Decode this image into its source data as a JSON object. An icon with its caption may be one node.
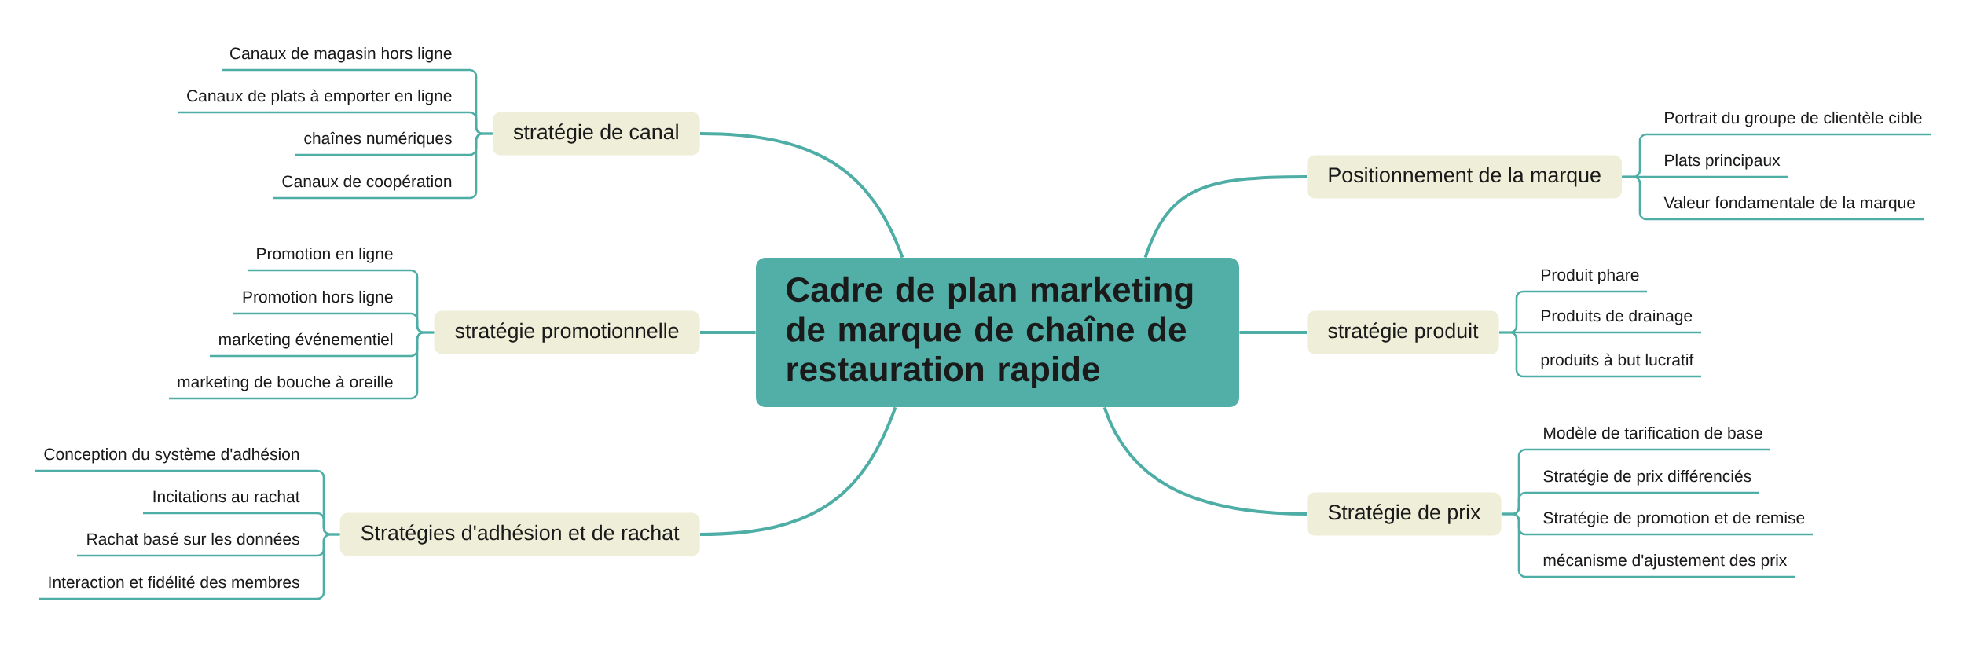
{
  "diagram": {
    "nodes": [
      {
        "text": [
          "Cadre de plan marketing de marque de chaîne de restauration rapide"
        ]
      },
      {
        "text": [
          "stratégie de canal"
        ]
      },
      {
        "text": [
          "Canaux de magasin hors ligne"
        ]
      },
      {
        "text": [
          "Canaux de plats à emporter en ligne"
        ]
      },
      {
        "text": [
          "chaînes numériques"
        ]
      },
      {
        "text": [
          "Canaux de coopération"
        ]
      },
      {
        "text": [
          "stratégie promotionnelle"
        ]
      },
      {
        "text": [
          "Promotion en ligne"
        ]
      },
      {
        "text": [
          "Promotion hors ligne"
        ]
      },
      {
        "text": [
          "marketing événementiel"
        ]
      },
      {
        "text": [
          "marketing de bouche à oreille"
        ]
      },
      {
        "text": [
          "Stratégies d'adhésion et de rachat"
        ]
      },
      {
        "text": [
          "Conception du système d'adhésion"
        ]
      },
      {
        "text": [
          "Incitations au rachat"
        ]
      },
      {
        "text": [
          "Rachat basé sur les données"
        ]
      },
      {
        "text": [
          "Interaction et fidélité des membres"
        ]
      },
      {
        "text": [
          "Positionnement de la marque"
        ]
      },
      {
        "text": [
          "Portrait du groupe de clientèle cible"
        ]
      },
      {
        "text": [
          "Plats principaux"
        ]
      },
      {
        "text": [
          "Valeur fondamentale de la marque"
        ]
      },
      {
        "text": [
          "stratégie produit"
        ]
      },
      {
        "text": [
          "Produit phare"
        ]
      },
      {
        "text": [
          "Produits de drainage"
        ]
      },
      {
        "text": [
          "produits à but lucratif"
        ]
      },
      {
        "text": [
          "Stratégie de prix"
        ]
      },
      {
        "text": [
          "Modèle de tarification de base"
        ]
      },
      {
        "text": [
          "Stratégie de prix différenciés"
        ]
      },
      {
        "text": [
          "Stratégie de promotion et de remise"
        ]
      },
      {
        "text": [
          "mécanisme d'ajustement des prix"
        ]
      }
    ],
    "edges": [
      {
        "from": 0,
        "to": 1,
        "arrow": "none"
      },
      {
        "from": 1,
        "to": 2,
        "arrow": "none"
      },
      {
        "from": 1,
        "to": 3,
        "arrow": "none"
      },
      {
        "from": 1,
        "to": 4,
        "arrow": "none"
      },
      {
        "from": 1,
        "to": 5,
        "arrow": "none"
      },
      {
        "from": 0,
        "to": 6,
        "arrow": "none"
      },
      {
        "from": 6,
        "to": 7,
        "arrow": "none"
      },
      {
        "from": 6,
        "to": 8,
        "arrow": "none"
      },
      {
        "from": 6,
        "to": 9,
        "arrow": "none"
      },
      {
        "from": 6,
        "to": 10,
        "arrow": "none"
      },
      {
        "from": 0,
        "to": 11,
        "arrow": "none"
      },
      {
        "from": 11,
        "to": 12,
        "arrow": "none"
      },
      {
        "from": 11,
        "to": 13,
        "arrow": "none"
      },
      {
        "from": 11,
        "to": 14,
        "arrow": "none"
      },
      {
        "from": 11,
        "to": 15,
        "arrow": "none"
      },
      {
        "from": 0,
        "to": 16,
        "arrow": "none"
      },
      {
        "from": 16,
        "to": 17,
        "arrow": "none"
      },
      {
        "from": 16,
        "to": 18,
        "arrow": "none"
      },
      {
        "from": 16,
        "to": 19,
        "arrow": "none"
      },
      {
        "from": 0,
        "to": 20,
        "arrow": "none"
      },
      {
        "from": 20,
        "to": 21,
        "arrow": "none"
      },
      {
        "from": 20,
        "to": 22,
        "arrow": "none"
      },
      {
        "from": 20,
        "to": 23,
        "arrow": "none"
      },
      {
        "from": 0,
        "to": 24,
        "arrow": "none"
      },
      {
        "from": 24,
        "to": 25,
        "arrow": "none"
      },
      {
        "from": 24,
        "to": 26,
        "arrow": "none"
      },
      {
        "from": 24,
        "to": 27,
        "arrow": "none"
      },
      {
        "from": 24,
        "to": 28,
        "arrow": "none"
      }
    ]
  }
}
